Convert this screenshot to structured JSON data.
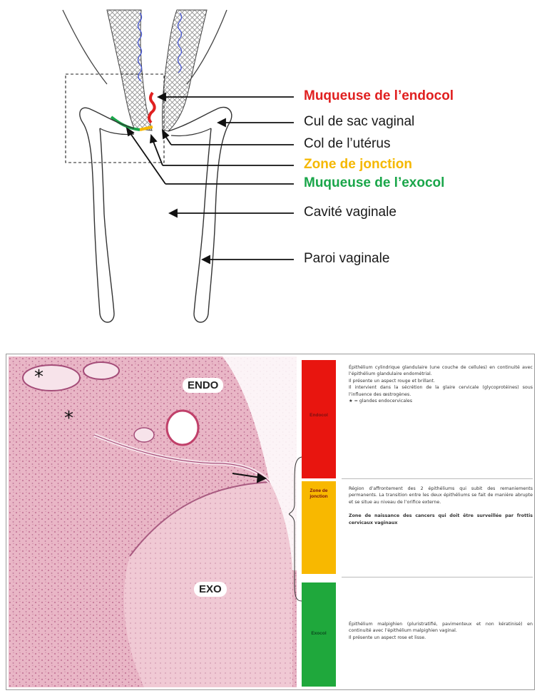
{
  "diagram": {
    "labels": {
      "endocol": "Muqueuse de l’endocol",
      "cul_de_sac": "Cul de sac vaginal",
      "col": "Col de l’utérus",
      "zone_jonction": "Zone de jonction",
      "exocol": "Muqueuse de l’exocol",
      "cavite": "Cavité vaginale",
      "paroi": "Paroi vaginale"
    },
    "colors": {
      "endocol": "#e02020",
      "zone_jonction": "#f5b800",
      "exocol": "#1aa64a",
      "mucosa_line": "#4b5bd6"
    }
  },
  "histology": {
    "endo_label": "ENDO",
    "exo_label": "EXO",
    "star1": "*",
    "star2": "*"
  },
  "table": {
    "rows": [
      {
        "name": "Endocol",
        "color": "#e8150f",
        "paragraphs": [
          "Épithélium cylindrique glandulaire (une couche de cellules) en continuité avec l’épithélium glandulaire endométrial.",
          "Il présente un aspect rouge et brillant.",
          "Il intervient dans la sécrétion de la glaire cervicale (glycoprotéines) sous l’influence des œstrogènes.",
          "★ = glandes endocervicales"
        ]
      },
      {
        "name": "Zone de jonction",
        "color": "#f8b800",
        "paragraphs": [
          "Région d’affrontement des 2 épithéliums qui subit des remaniements permanents. La transition entre les deux épithéliums se fait de manière abrupte et se situe au niveau de l’orifice externe."
        ],
        "bold_paragraph": "Zone de naissance des cancers qui doit être surveillée par frottis cervicaux vaginaux"
      },
      {
        "name": "Exocol",
        "color": "#1fa83c",
        "paragraphs": [
          "Épithélium malpighien (pluristratifié, pavimenteux et non kératinisé) en continuité avec l’épithélium malpighien vaginal.",
          "Il présente un aspect rose et lisse."
        ]
      }
    ]
  }
}
